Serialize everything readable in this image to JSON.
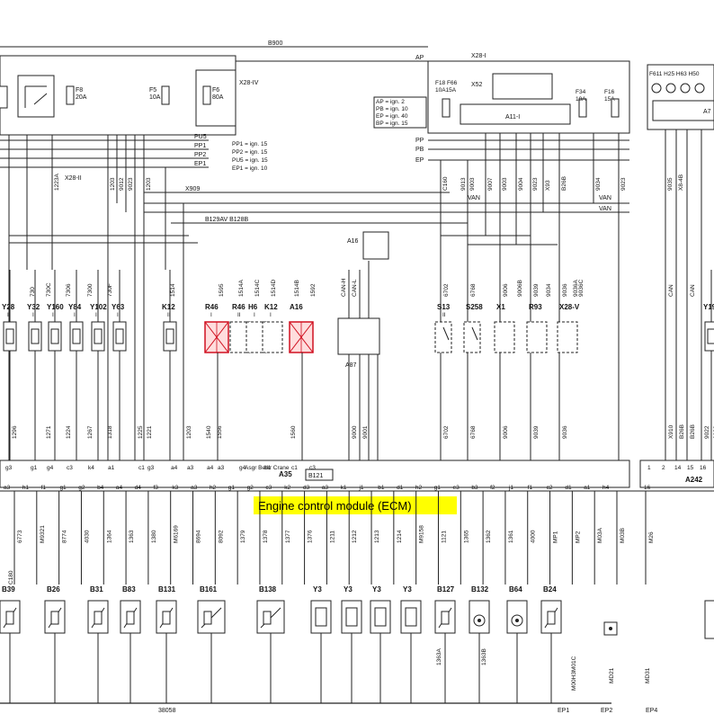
{
  "top": {
    "x28_iv": "X28-IV",
    "x28_i": "X28-I",
    "x28_ii": "X28-II",
    "x52": "X52",
    "a11_i": "A11-I",
    "b900": "B900",
    "x909": "X909",
    "b129": "B129AV B128B",
    "ap_top": "AP",
    "fuses_left": [
      {
        "name": "F8",
        "rating": "20A"
      },
      {
        "name": "F5",
        "rating": "10A"
      },
      {
        "name": "F6",
        "rating": "80A"
      }
    ],
    "fuses_mid": [
      {
        "name": "F18 F66",
        "rating": "10A15A"
      },
      {
        "name": "F34",
        "rating": "10A"
      },
      {
        "name": "F16",
        "rating": "15A"
      }
    ],
    "fuses_right": "F611 H25 H63 H50",
    "a7": "A7",
    "legend_left": [
      "PP1 = ign. 15",
      "PP2 = ign. 15",
      "PU5 = ign. 15",
      "EP1 = ign. 10"
    ],
    "legend_mid": [
      "AP = ign. 2",
      "PB = ign. 10",
      "EP = ign. 40",
      "BP = ign. 15"
    ],
    "rails_left": [
      "PU5",
      "PP1",
      "PP2",
      "EP1"
    ],
    "rails_mid": [
      "PP",
      "PB",
      "EP"
    ],
    "van": [
      "VAN",
      "VAN",
      "VAN"
    ],
    "wire_nums_top": [
      "1223A",
      "1203",
      "9012",
      "9023",
      "1203",
      "C160",
      "9013",
      "9003",
      "9007",
      "9003",
      "9004",
      "9023",
      "X93",
      "B26B",
      "9034",
      "9023",
      "9035",
      "X8-4B"
    ]
  },
  "mid_components": [
    {
      "name": "Y28",
      "col": "I"
    },
    {
      "name": "Y32",
      "col": "I"
    },
    {
      "name": "Y160",
      "col": "I"
    },
    {
      "name": "Y84",
      "col": "I"
    },
    {
      "name": "Y102",
      "col": "I"
    },
    {
      "name": "Y63",
      "col": "I"
    },
    {
      "name": "K12",
      "col": "II"
    },
    {
      "name": "R46",
      "col": "I"
    },
    {
      "name": "R46",
      "col": "II"
    },
    {
      "name": "H6",
      "col": "I"
    },
    {
      "name": "K12",
      "col": "I"
    },
    {
      "name": "A16",
      "col": ""
    },
    {
      "name": "A87",
      "col": ""
    },
    {
      "name": "S13",
      "col": "II"
    },
    {
      "name": "S258",
      "col": ""
    },
    {
      "name": "X1",
      "col": ""
    },
    {
      "name": "R93",
      "col": ""
    },
    {
      "name": "X28-V",
      "col": ""
    },
    {
      "name": "Y19",
      "col": ""
    }
  ],
  "mid_wires": [
    "730",
    "730C",
    "7306",
    "7300",
    "730F",
    "1514",
    "1595",
    "1514A",
    "1514C",
    "1514D",
    "1514B",
    "1592",
    "6702",
    "6768",
    "9006",
    "9006B",
    "9039",
    "9034",
    "9036",
    "9036A",
    "9036C",
    "CAN",
    "CAN",
    "CAN-H",
    "CAN-L"
  ],
  "bus_wires": [
    "1296",
    "1271",
    "1224",
    "1267",
    "1318",
    "1225",
    "1221",
    "1203",
    "1540",
    "1556",
    "1560",
    "9000",
    "9001",
    "6702",
    "6768",
    "9006",
    "9039",
    "9036",
    "X910",
    "B26B",
    "B26B",
    "9022",
    "9023"
  ],
  "ecm": {
    "module": "A35",
    "b121": "B121",
    "note": "Asgr Belkr Crane",
    "label": "Engine control module (ECM)",
    "a242": "A242"
  },
  "pins_upper": [
    "g3",
    "g1",
    "g4",
    "c3",
    "k4",
    "a1",
    "c1",
    "g3",
    "a4",
    "a3",
    "a4",
    "a3",
    "g4",
    "b1",
    "c1",
    "c3",
    "1",
    "2",
    "14",
    "15",
    "16"
  ],
  "pins_lower": [
    "a3",
    "h1",
    "f1",
    "g1",
    "g2",
    "b4",
    "a4",
    "d4",
    "f3",
    "k3",
    "a3",
    "h2",
    "g1",
    "g2",
    "c3",
    "k2",
    "d3",
    "a3",
    "k1",
    "j1",
    "b1",
    "d1",
    "h2",
    "g1",
    "e3",
    "b3",
    "f2",
    "j1",
    "f1",
    "c2",
    "d1",
    "a1",
    "h4",
    "16"
  ],
  "bottom_wires": [
    "6773",
    "M9321",
    "8774",
    "4030",
    "1364",
    "1363",
    "1380",
    "M6169",
    "8694",
    "8092",
    "1379",
    "1378",
    "1377",
    "1376",
    "1211",
    "1212",
    "1213",
    "1214",
    "M9158",
    "1121",
    "1365",
    "1362",
    "1361",
    "4000",
    "MP1",
    "MP2",
    "M03A",
    "M03B",
    "M26"
  ],
  "sensors": [
    "B39",
    "B26",
    "B31",
    "B83",
    "B131",
    "B161",
    "B138",
    "Y3",
    "Y3",
    "Y3",
    "Y3",
    "B127",
    "B132",
    "B64",
    "B24"
  ],
  "bottom": {
    "ground_rail": "38058",
    "ep_labels": [
      "EP1",
      "EP2",
      "EP4"
    ],
    "extra": [
      "1363A",
      "1363B",
      "C180",
      "M00H3M01C",
      "MD21",
      "MD31"
    ]
  }
}
